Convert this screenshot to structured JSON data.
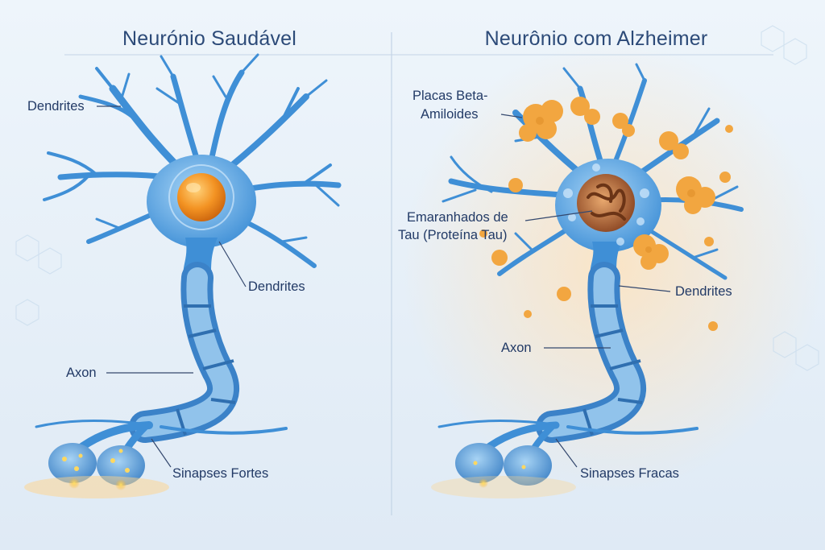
{
  "panels": {
    "healthy": {
      "title": "Neurónio Saudável",
      "labels": {
        "dendrites_top": "Dendrites",
        "dendrites_body": "Dendrites",
        "axon": "Axon",
        "synapses": "Sinapses Fortes"
      }
    },
    "alzheimer": {
      "title": "Neurônio com Alzheimer",
      "labels": {
        "plaques_line1": "Placas Beta-",
        "plaques_line2": "Amiloides",
        "tangles_line1": "Emaranhados de",
        "tangles_line2": "Tau (Proteína Tau)",
        "dendrites": "Dendrites",
        "axon": "Axon",
        "synapses": "Sinapses Fracas"
      }
    }
  },
  "colors": {
    "neuron": "#3f8fd6",
    "neuron_light": "#8cc3ef",
    "nucleus_healthy": "#f08a1c",
    "plaque": "#f2a640",
    "tangle": "#9a5630",
    "text": "#223a66"
  }
}
